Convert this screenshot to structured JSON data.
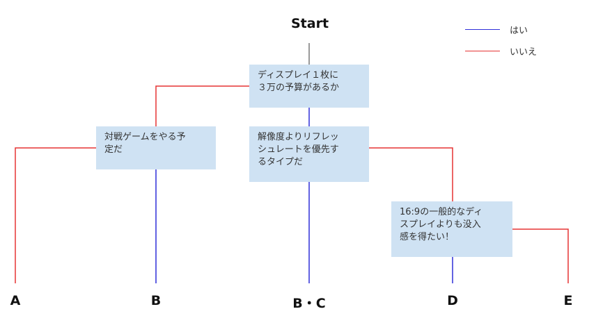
{
  "title": "Start",
  "legend": {
    "yes_label": "はい",
    "no_label": "いいえ"
  },
  "colors": {
    "yes": "#2f2fd9",
    "no": "#e53333",
    "neutral": "#777777",
    "box": "#cfe2f3"
  },
  "questions": {
    "q1": "ディスプレイ１枚に\n３万の予算があるか",
    "q2": "対戦ゲームをやる予\n定だ",
    "q3": "解像度よりリフレッ\nシュレートを優先す\nるタイプだ",
    "q4": "16:9の一般的なディ\nスプレイよりも没入\n感を得たい！"
  },
  "results": {
    "a": "A",
    "b": "B",
    "bc": "B・C",
    "d": "D",
    "e": "E"
  }
}
